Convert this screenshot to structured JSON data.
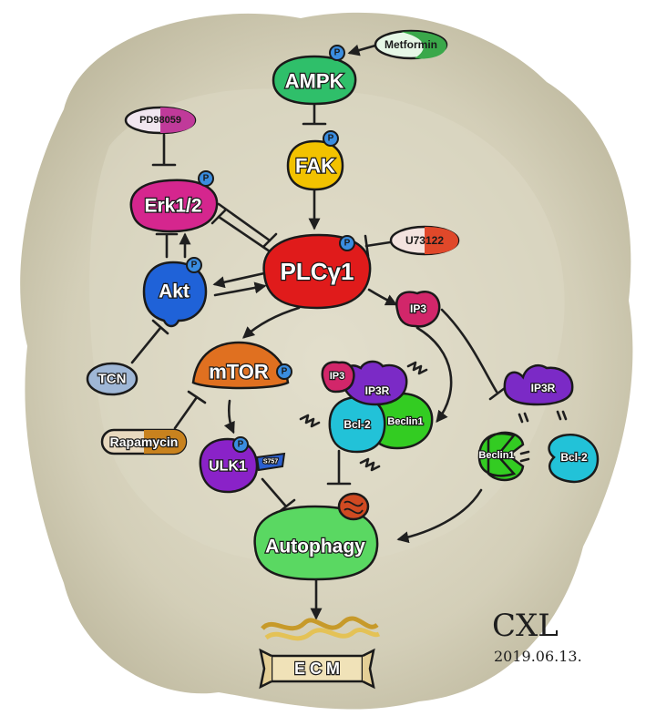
{
  "nodes": {
    "metformin": "Metformin",
    "ampk": "AMPK",
    "fak": "FAK",
    "pd98059": "PD98059",
    "erk": "Erk1/2",
    "plc": "PLCγ1",
    "u73122": "U73122",
    "akt": "Akt",
    "ip3": "IP3",
    "tcn": "TCN",
    "mtor": "mTOR",
    "ip3_complex": "IP3",
    "ip3r_complex": "IP3R",
    "bcl2_complex": "Bcl-2",
    "beclin1_complex": "Beclin1",
    "ip3r_free": "IP3R",
    "beclin1_free": "Beclin1",
    "bcl2_free": "Bcl-2",
    "rapamycin": "Rapamycin",
    "ulk1": "ULK1",
    "s757": "S757",
    "autophagy": "Autophagy",
    "ecm": "E C M"
  },
  "phospho_label": "P",
  "signature": {
    "initials": "CXL",
    "date": "2019.06.13."
  },
  "colors": {
    "ampk": "#2fbf6a",
    "metformin": "#3aa84a",
    "fak": "#f2c200",
    "erk": "#d5268e",
    "pd98059": "#c03a9a",
    "plc": "#e01b1b",
    "u73122": "#e0482a",
    "akt": "#1f62d8",
    "ip3": "#d2266a",
    "tcn": "#9fb7d6",
    "mtor": "#e07020",
    "rapamycin": "#c8821e",
    "ulk1": "#8a22c8",
    "ip3r": "#7b2ac6",
    "bcl2": "#22c2d8",
    "beclin1": "#33cc22",
    "autophagy": "#5ad862",
    "ecm": "#e8c878",
    "phospho": "#3a8de0",
    "background_blob": "#c9c4ab"
  }
}
